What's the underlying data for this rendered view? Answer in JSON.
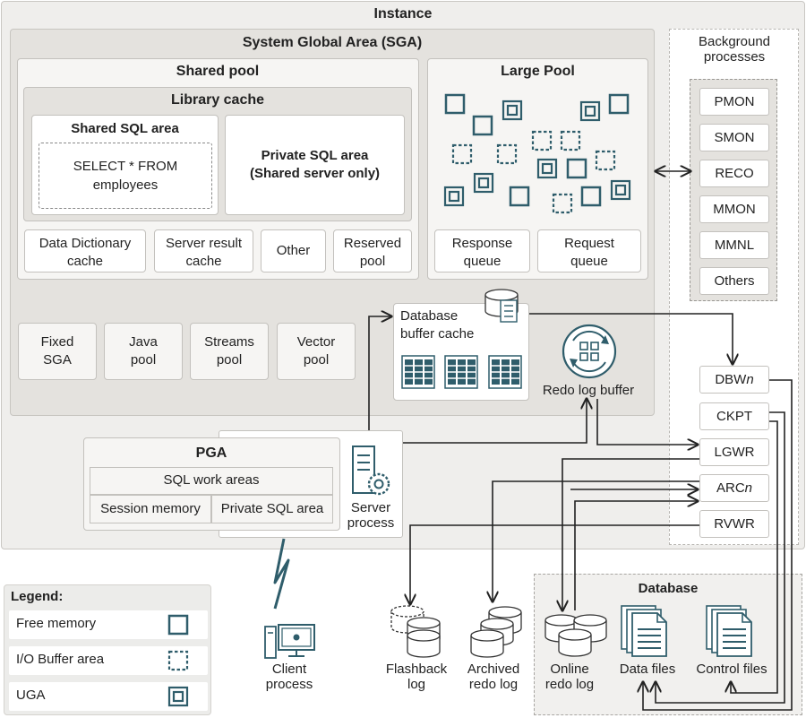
{
  "instance": {
    "title": "Instance"
  },
  "sga": {
    "title": "System Global Area (SGA)",
    "shared_pool": {
      "title": "Shared pool",
      "library_cache": {
        "title": "Library cache",
        "shared_sql_area": {
          "title": "Shared SQL area",
          "statement_line1": "SELECT * FROM",
          "statement_line2": "employees"
        },
        "private_sql_area": {
          "line1": "Private SQL area",
          "line2": "(Shared server only)"
        }
      },
      "data_dictionary_cache": {
        "line1": "Data Dictionary",
        "line2": "cache"
      },
      "server_result_cache": {
        "line1": "Server result",
        "line2": "cache"
      },
      "other": "Other",
      "reserved_pool": {
        "line1": "Reserved",
        "line2": "pool"
      }
    },
    "large_pool": {
      "title": "Large Pool",
      "response_queue": {
        "line1": "Response",
        "line2": "queue"
      },
      "request_queue": {
        "line1": "Request",
        "line2": "queue"
      }
    },
    "fixed_sga": {
      "line1": "Fixed",
      "line2": "SGA"
    },
    "java_pool": {
      "line1": "Java",
      "line2": "pool"
    },
    "streams_pool": {
      "line1": "Streams",
      "line2": "pool"
    },
    "vector_pool": {
      "line1": "Vector",
      "line2": "pool"
    },
    "database_buffer_cache": {
      "line1": "Database",
      "line2": "buffer cache"
    },
    "redo_log_buffer": "Redo log buffer"
  },
  "pga": {
    "title": "PGA",
    "sql_work_areas": "SQL work areas",
    "session_memory": "Session memory",
    "private_sql_area": "Private SQL area"
  },
  "server_process": {
    "line1": "Server",
    "line2": "process"
  },
  "background": {
    "title_line1": "Background",
    "title_line2": "processes",
    "processes": [
      "PMON",
      "SMON",
      "RECO",
      "MMON",
      "MMNL",
      "Others"
    ],
    "writers": {
      "dbwn_prefix": "DBW",
      "dbwn_suffix": "n",
      "ckpt": "CKPT",
      "lgwr": "LGWR",
      "arcn_prefix": "ARC",
      "arcn_suffix": "n",
      "rvwr": "RVWR"
    }
  },
  "database": {
    "title": "Database",
    "online_redo_log": {
      "line1": "Online",
      "line2": "redo log"
    },
    "data_files": "Data files",
    "control_files": "Control files"
  },
  "files": {
    "flashback_log": {
      "line1": "Flashback",
      "line2": "log"
    },
    "archived_redo_log": {
      "line1": "Archived",
      "line2": "redo log"
    }
  },
  "client_process": {
    "line1": "Client",
    "line2": "process"
  },
  "legend": {
    "title": "Legend:",
    "items": [
      {
        "label": "Free memory",
        "icon": "free-memory-icon"
      },
      {
        "label": "I/O Buffer area",
        "icon": "io-buffer-icon"
      },
      {
        "label": "UGA",
        "icon": "uga-icon"
      }
    ]
  },
  "colors": {
    "accent": "#2f5d6b",
    "panel": "#e4e2de",
    "instance_bg": "#efeeec",
    "line": "#222222"
  }
}
